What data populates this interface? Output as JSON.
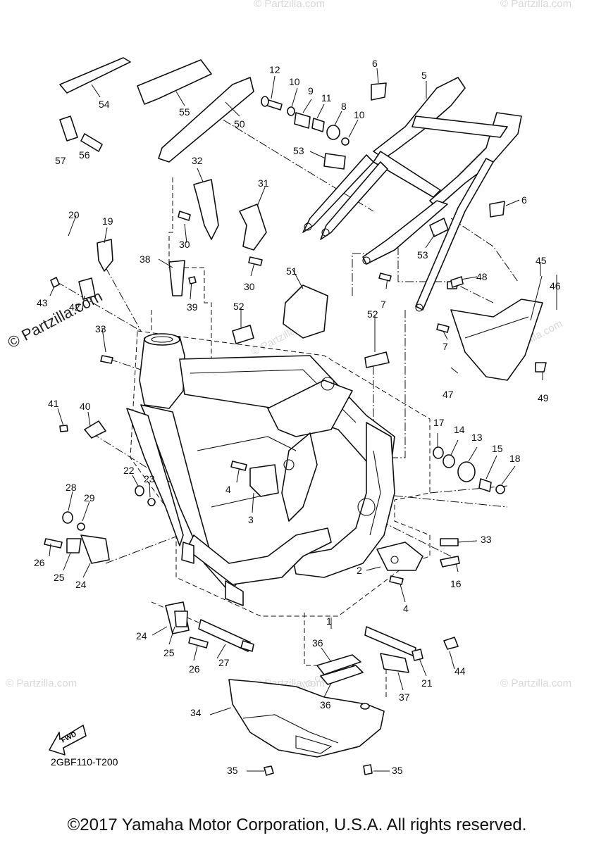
{
  "watermark": "© Partzilla.com",
  "diagram_code": "2GBF110-T200",
  "fwd_label": "FWD",
  "copyright": "©2017 Yamaha Motor Corporation, U.S.A. All rights reserved.",
  "callouts": [
    "1",
    "2",
    "3",
    "4",
    "4",
    "5",
    "6",
    "6",
    "7",
    "7",
    "8",
    "9",
    "10",
    "10",
    "11",
    "12",
    "13",
    "14",
    "15",
    "16",
    "17",
    "18",
    "19",
    "20",
    "21",
    "22",
    "23",
    "24",
    "24",
    "25",
    "25",
    "26",
    "26",
    "27",
    "28",
    "29",
    "30",
    "30",
    "31",
    "32",
    "33",
    "33",
    "34",
    "35",
    "35",
    "36",
    "36",
    "37",
    "38",
    "39",
    "40",
    "41",
    "42",
    "43",
    "44",
    "45",
    "46",
    "47",
    "48",
    "49",
    "50",
    "51",
    "52",
    "52",
    "53",
    "53",
    "54",
    "55",
    "56",
    "57"
  ]
}
